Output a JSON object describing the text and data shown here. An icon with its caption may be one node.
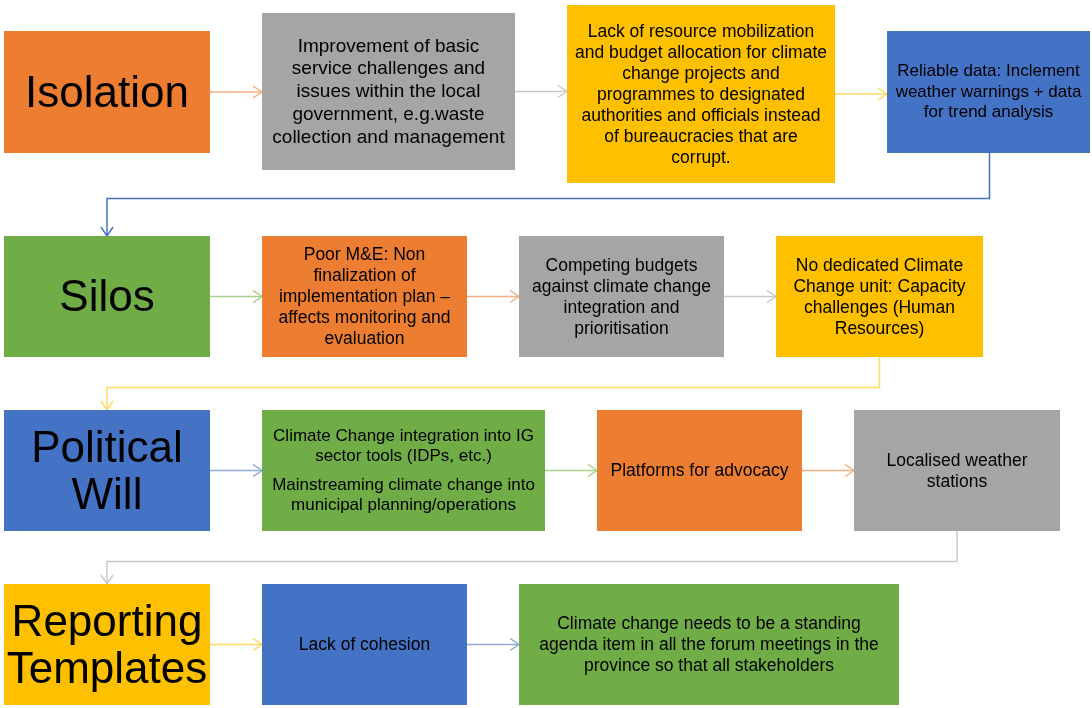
{
  "diagram": {
    "nodes": [
      {
        "text": [
          "Isolation"
        ]
      },
      {
        "text": [
          "Improvement of basic service challenges and issues within the local government, e.g.waste collection and management"
        ]
      },
      {
        "text": [
          "Lack of resource mobilization and budget allocation for climate change projects and programmes to designated authorities and officials instead of bureaucracies that are corrupt."
        ]
      },
      {
        "text": [
          "Reliable data: Inclement weather warnings + data for trend analysis"
        ]
      },
      {
        "text": [
          "Silos"
        ]
      },
      {
        "text": [
          "Poor M&E: Non finalization of implementation plan – affects monitoring and evaluation"
        ]
      },
      {
        "text": [
          "Competing budgets against climate change integration and prioritisation"
        ]
      },
      {
        "text": [
          "No dedicated Climate Change unit: Capacity challenges (Human Resources)"
        ]
      },
      {
        "text": [
          "Political Will"
        ]
      },
      {
        "text": [
          "Climate Change integration into IG sector tools (IDPs, etc.)",
          "Mainstreaming climate change into municipal planning/operations"
        ]
      },
      {
        "text": [
          "Platforms for advocacy"
        ]
      },
      {
        "text": [
          "Localised weather stations"
        ]
      },
      {
        "text": [
          "Reporting Templates"
        ]
      },
      {
        "text": [
          "Lack of cohesion"
        ]
      },
      {
        "text": [
          "Climate change needs to be a standing agenda item in all the forum meetings in the province so that all stakeholders"
        ]
      }
    ],
    "edges": [
      {
        "from": 0,
        "to": 1,
        "arrow": "to",
        "color": "#f4b183"
      },
      {
        "from": 1,
        "to": 2,
        "arrow": "to",
        "color": "#c9c9c9"
      },
      {
        "from": 2,
        "to": 3,
        "arrow": "to",
        "color": "#ffd966"
      },
      {
        "from": 3,
        "to": 4,
        "arrow": "to",
        "color": "#4472c4"
      },
      {
        "from": 4,
        "to": 5,
        "arrow": "to",
        "color": "#a9d18e"
      },
      {
        "from": 5,
        "to": 6,
        "arrow": "to",
        "color": "#f4b183"
      },
      {
        "from": 6,
        "to": 7,
        "arrow": "to",
        "color": "#c9c9c9"
      },
      {
        "from": 7,
        "to": 8,
        "arrow": "to",
        "color": "#ffd966"
      },
      {
        "from": 8,
        "to": 9,
        "arrow": "to",
        "color": "#8faadc"
      },
      {
        "from": 9,
        "to": 10,
        "arrow": "to",
        "color": "#a9d18e"
      },
      {
        "from": 10,
        "to": 11,
        "arrow": "to",
        "color": "#f4b183"
      },
      {
        "from": 11,
        "to": 12,
        "arrow": "to",
        "color": "#c9c9c9"
      },
      {
        "from": 12,
        "to": 13,
        "arrow": "to",
        "color": "#ffd966"
      },
      {
        "from": 13,
        "to": 14,
        "arrow": "to",
        "color": "#8faadc"
      }
    ]
  }
}
